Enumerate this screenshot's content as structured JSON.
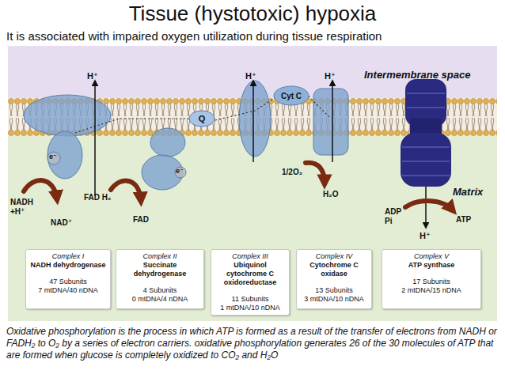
{
  "diagram": {
    "title": "Tissue (hystotoxic) hypoxia",
    "caption": "Oxidative phosphorylation is the process in which ATP is formed as a result of the transfer of electrons from NADH or FADH₂ to O₂ by a series of electron carriers. oxidative phosphorylation generates 26 of the 30 molecules of ATP that are formed when glucose is completely oxidized to CO₂ and H₂O",
    "nodes": [
      {
        "text": [
          "Q"
        ]
      },
      {
        "text": [
          "Cyt C"
        ]
      },
      {
        "text": [
          "Complex I",
          "NADH dehydrogenase",
          "47 Subunits",
          "7 mtDNA/40 nDNA"
        ]
      },
      {
        "text": [
          "Complex II",
          "Succinate dehydrogenase",
          "4 Subunits",
          "0 mtDNA/4 nDNA"
        ]
      },
      {
        "text": [
          "Complex III",
          "Ubiquinol cytochrome C oxidoreductase",
          "11 Subunits",
          "1 mtDNA/10 nDNA"
        ]
      },
      {
        "text": [
          "Complex IV",
          "Cytochrome C oxidase",
          "13 Subunits",
          "3 mtDNA/10 nDNA"
        ]
      },
      {
        "text": [
          "Complex V",
          "ATP synthase",
          "17 Subunits",
          "2 mtDNA/15 nDNA"
        ]
      }
    ],
    "labels": [
      "It is associated with impaired oxygen utilization during tissue respiration",
      "H⁺",
      "H⁺",
      "H⁺",
      "Intermembrane space",
      "e⁻",
      "e⁻",
      "NADH +H⁺",
      "NAD⁺",
      "FAD H₂",
      "FAD",
      "1/2O₂",
      "H₂O",
      "Matrix",
      "ADP Pi",
      "ATP",
      "H⁺"
    ]
  }
}
